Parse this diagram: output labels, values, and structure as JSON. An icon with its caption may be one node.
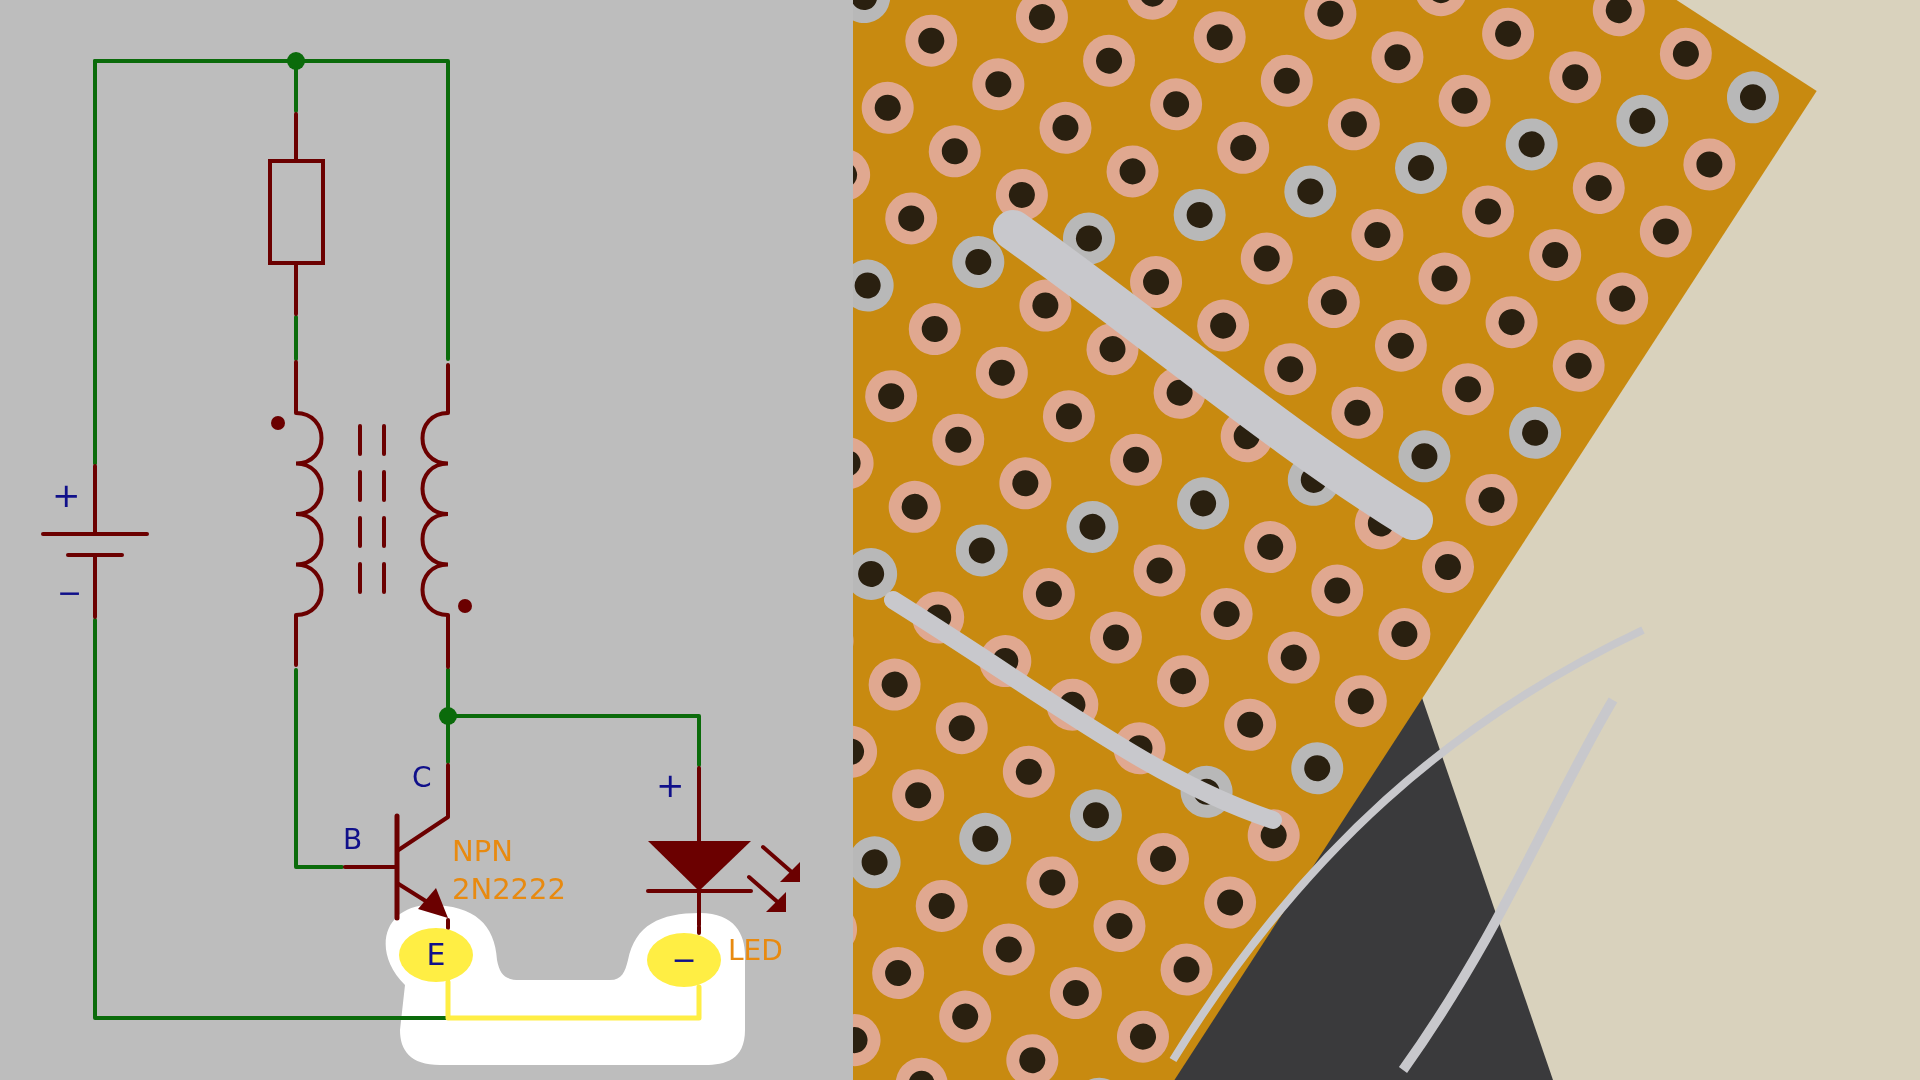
{
  "diagram": {
    "nodes": [
      {
        "text": [],
        "shape": "battery"
      },
      {
        "text": [],
        "shape": "resistor"
      },
      {
        "text": [],
        "shape": "transformer"
      },
      {
        "text": [],
        "shape": "transistor"
      },
      {
        "text": [],
        "shape": "diode"
      },
      {
        "text": [
          "E"
        ]
      },
      {
        "text": [
          "−"
        ]
      }
    ],
    "edges": [
      {
        "from": 0,
        "to": 1,
        "arrow": "none"
      },
      {
        "from": 0,
        "to": 2,
        "arrow": "none"
      },
      {
        "from": 1,
        "to": 2,
        "arrow": "none"
      },
      {
        "from": 2,
        "to": 3,
        "arrow": "none"
      },
      {
        "from": 2,
        "to": 3,
        "arrow": "none"
      },
      {
        "from": 2,
        "to": 4,
        "arrow": "none"
      },
      {
        "from": 3,
        "to": 5,
        "arrow": "none",
        "color": "#6b0000"
      },
      {
        "from": 0,
        "to": 5,
        "arrow": "none"
      },
      {
        "from": 5,
        "to": 6,
        "arrow": "none",
        "color": "#ffee44"
      },
      {
        "from": 4,
        "to": 6,
        "arrow": "none",
        "color": "#6b0000"
      }
    ],
    "labels": [
      "+",
      "−",
      "C",
      "+",
      "B",
      "NPN 2N2222",
      "LED"
    ]
  }
}
